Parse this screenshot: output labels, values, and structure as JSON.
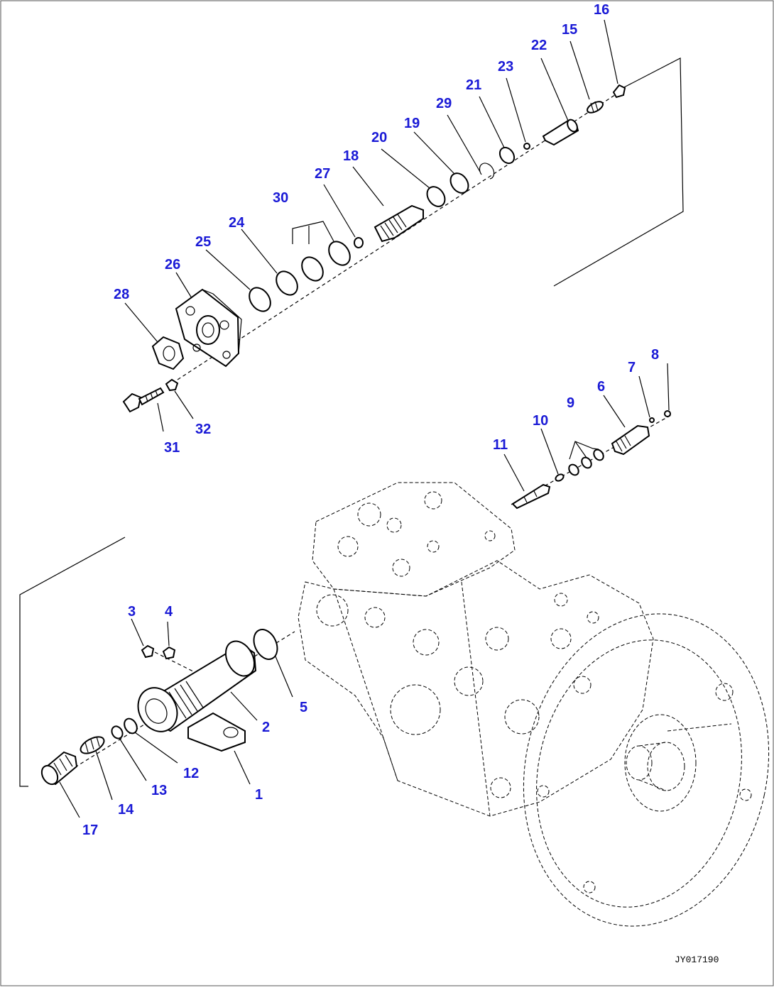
{
  "diagram": {
    "drawing_code": "JY017190",
    "callout_color": "#1a1ad6",
    "line_color": "#000000",
    "background": "#ffffff",
    "callouts": [
      "1",
      "2",
      "3",
      "4",
      "5",
      "6",
      "7",
      "8",
      "9",
      "10",
      "11",
      "12",
      "13",
      "14",
      "15",
      "16",
      "17",
      "18",
      "19",
      "20",
      "21",
      "22",
      "23",
      "24",
      "25",
      "26",
      "27",
      "28",
      "29",
      "30",
      "31",
      "32"
    ]
  }
}
